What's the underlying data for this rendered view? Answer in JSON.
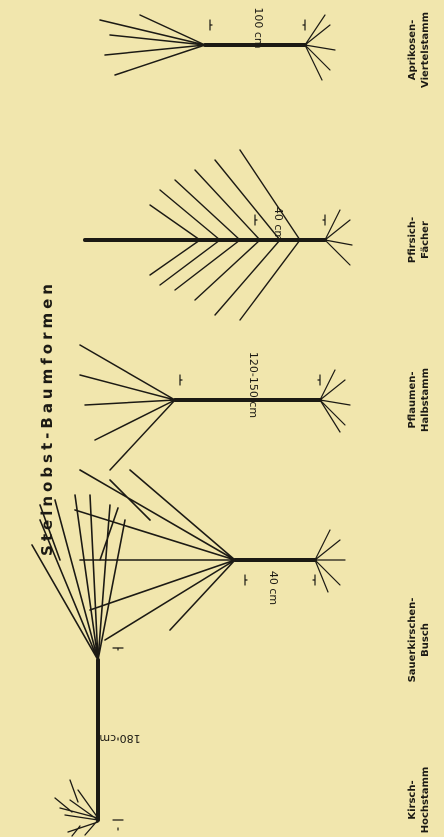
{
  "title": "Steinobst-Baumformen",
  "trees": [
    {
      "name_line1": "Kirsch-",
      "name_line2": "Hochstamm",
      "measure": "180 cm"
    },
    {
      "name_line1": "Sauerkirschen-",
      "name_line2": "Busch",
      "measure": "40 cm"
    },
    {
      "name_line1": "Pflaumen-",
      "name_line2": "Halbstamm",
      "measure": "120-150 cm"
    },
    {
      "name_line1": "Pfirsich-",
      "name_line2": "Fächer",
      "measure": "40 cm"
    },
    {
      "name_line1": "Aprikosen-",
      "name_line2": "Viertelstamm",
      "measure": "100 cm"
    }
  ],
  "colors": {
    "background": "#f1e6ad",
    "ink": "#1c1a14"
  }
}
